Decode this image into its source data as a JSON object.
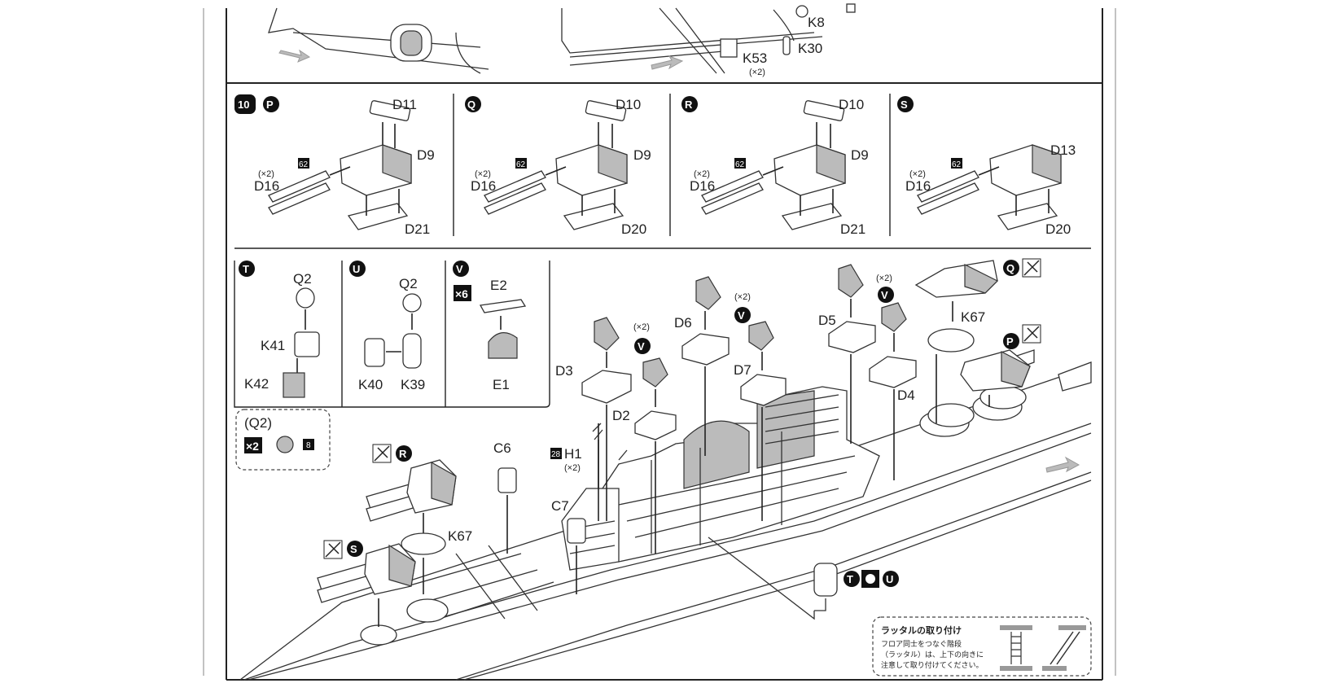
{
  "top_labels": {
    "k8": "K8",
    "k30": "K30",
    "k53": "K53",
    "x2": "(×2)"
  },
  "step": "10",
  "turrets": [
    {
      "letter": "P",
      "top": "D11",
      "main": "D9",
      "gun": "D16",
      "base": "D21",
      "qty": "(×2)",
      "num": "62"
    },
    {
      "letter": "Q",
      "top": "D10",
      "main": "D9",
      "gun": "D16",
      "base": "D20",
      "qty": "(×2)",
      "num": "62"
    },
    {
      "letter": "R",
      "top": "D10",
      "main": "D9",
      "gun": "D16",
      "base": "D21",
      "qty": "(×2)",
      "num": "62"
    },
    {
      "letter": "S",
      "top": "",
      "main": "D13",
      "gun": "D16",
      "base": "D20",
      "qty": "(×2)",
      "num": "62"
    }
  ],
  "sub_t": {
    "letter": "T",
    "q2": "Q2",
    "k41": "K41",
    "k42": "K42"
  },
  "sub_u": {
    "letter": "U",
    "q2": "Q2",
    "k40": "K40",
    "k39": "K39"
  },
  "sub_v": {
    "letter": "V",
    "mult": "×6",
    "e2": "E2",
    "e1": "E1"
  },
  "q2_note": {
    "title": "(Q2)",
    "mult": "×2",
    "num": "8"
  },
  "hull_labels": {
    "d3": "D3",
    "d2": "D2",
    "d6": "D6",
    "d7": "D7",
    "d5": "D5",
    "d4": "D4",
    "k67a": "K67",
    "k67b": "K67",
    "c6": "C6",
    "c7": "C7",
    "h1": "H1",
    "h1qty": "(×2)",
    "h1num": "28",
    "x2a": "(×2)",
    "x2b": "(×2)",
    "x2c": "(×2)",
    "q": "Q",
    "p": "P",
    "r": "R",
    "s": "S",
    "v": "V",
    "t": "T",
    "u": "U"
  },
  "note": {
    "title": "ラッタルの取り付け",
    "line1": "フロア同士をつなぐ階段",
    "line2": "（ラッタル）は、上下の向きに",
    "line3": "注意して取り付けてください。"
  }
}
